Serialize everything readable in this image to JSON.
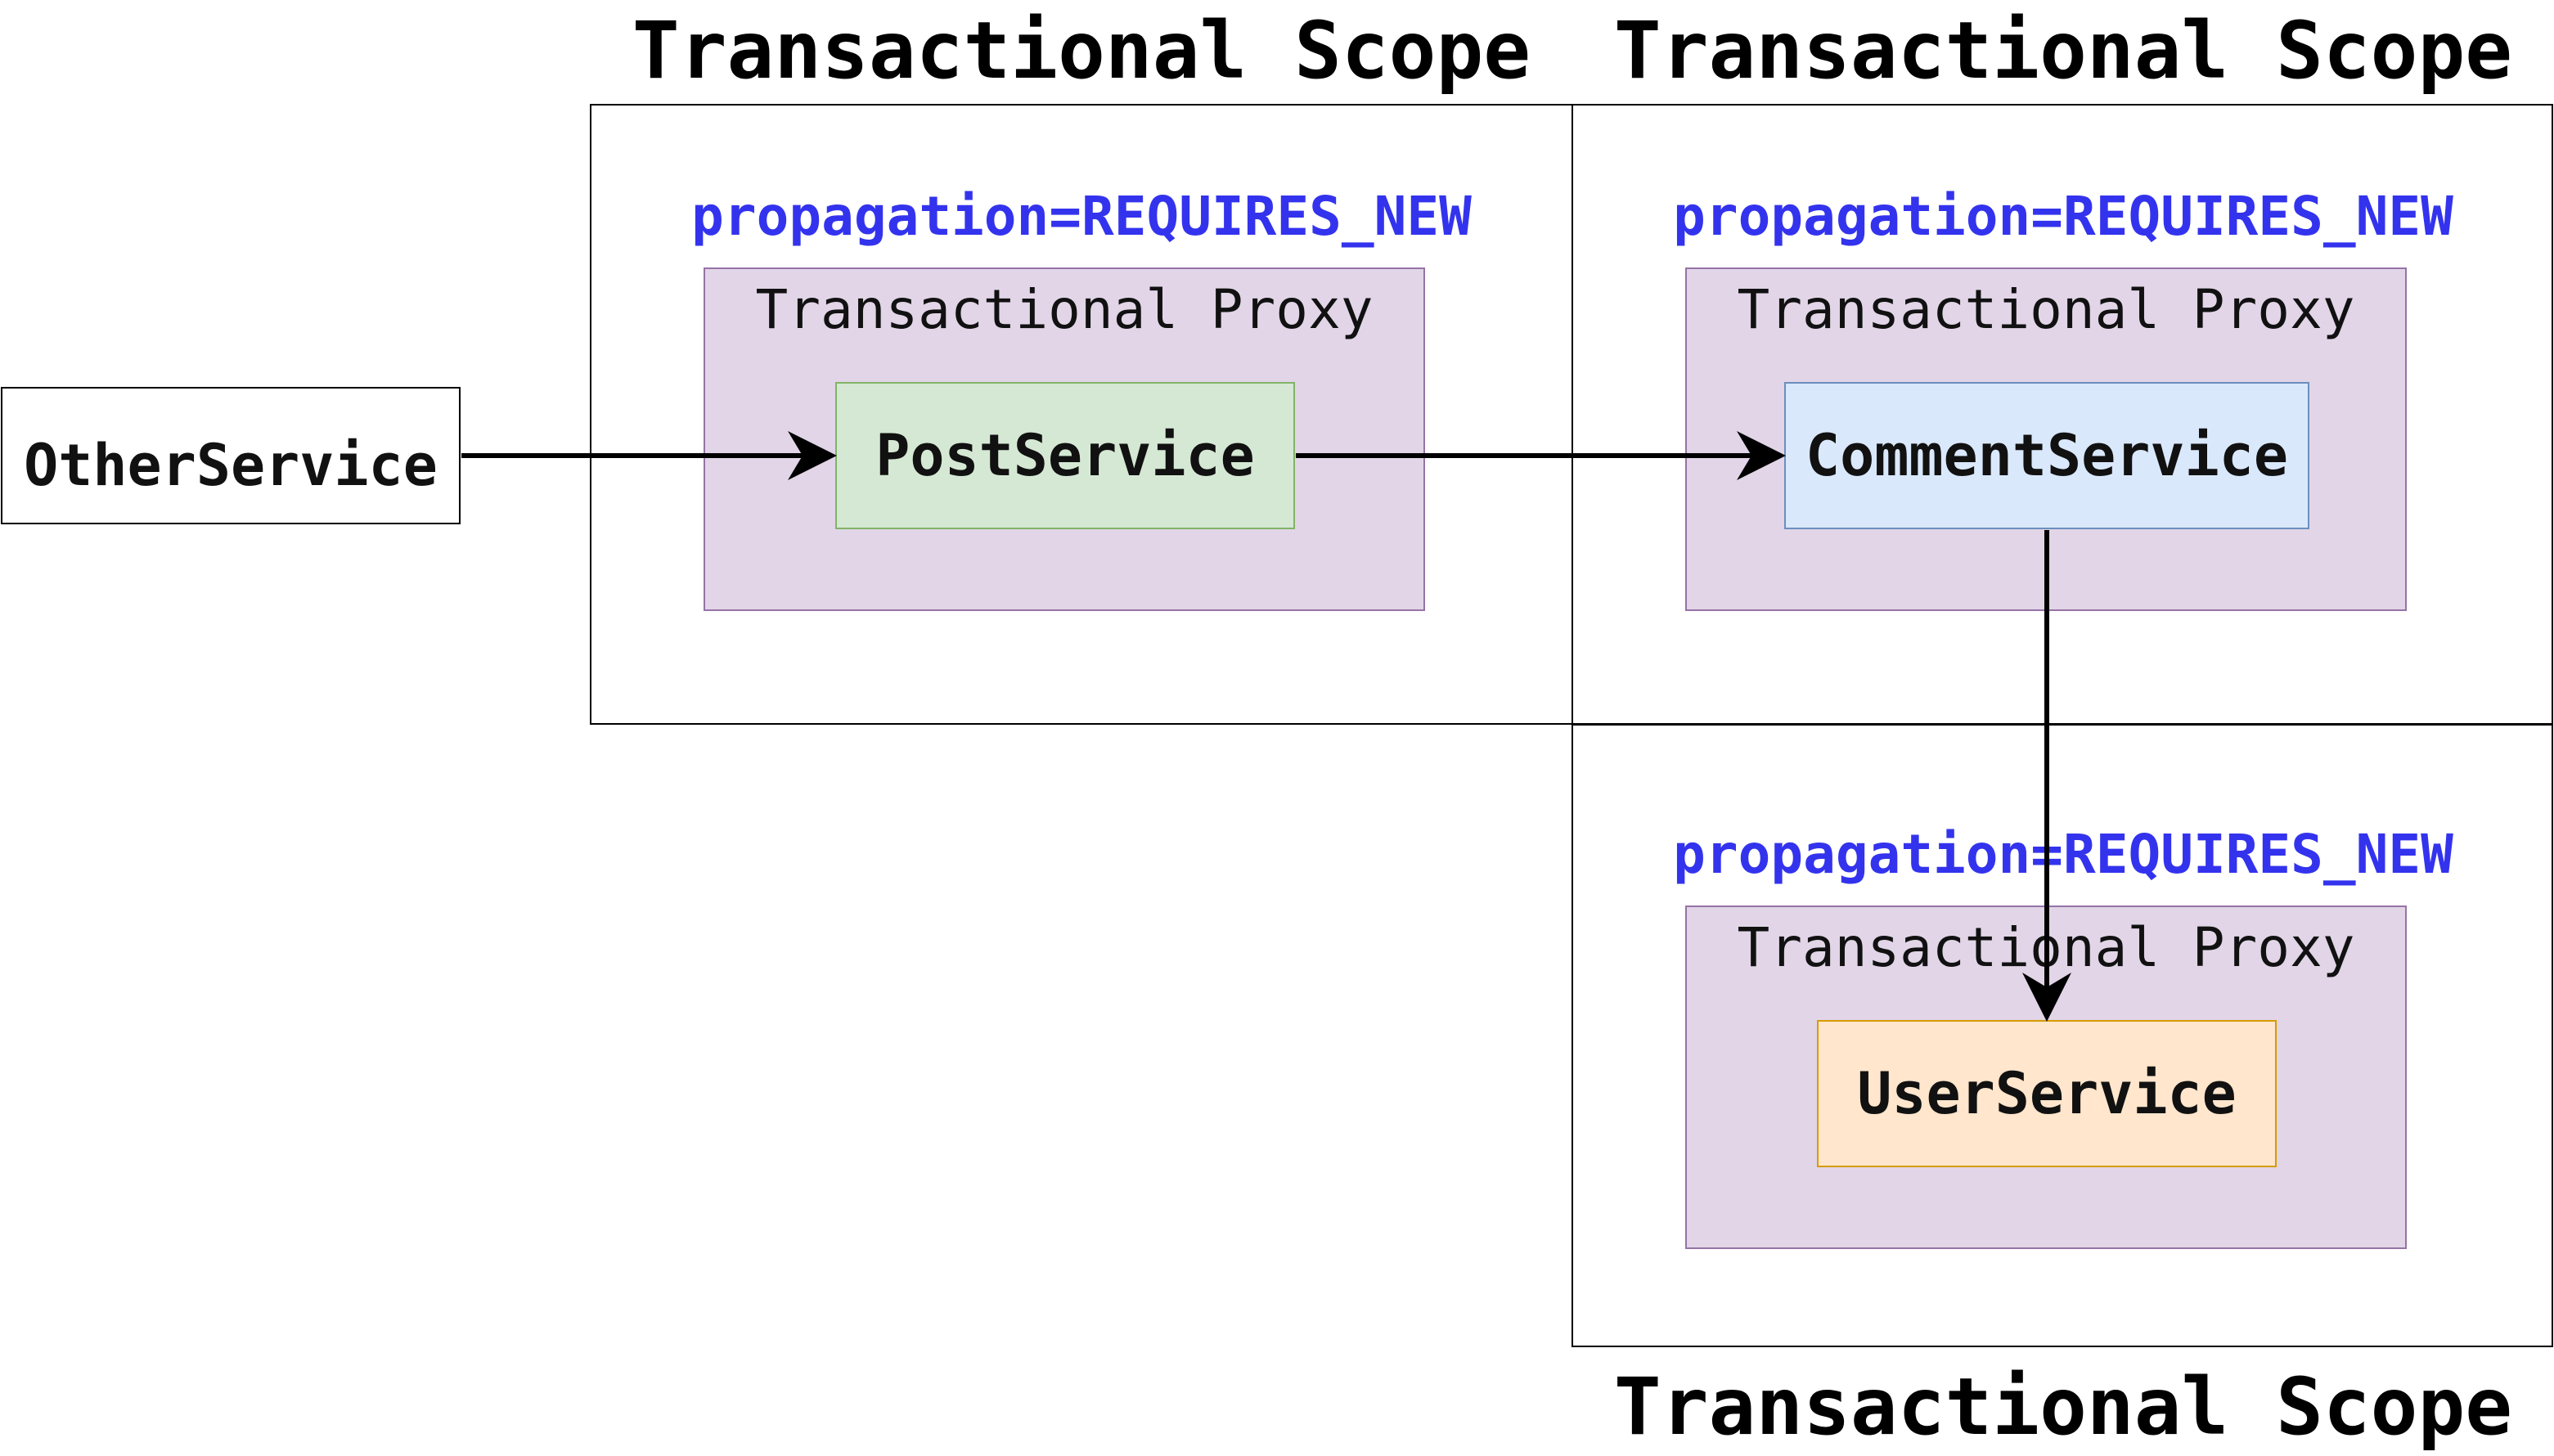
{
  "scopes": [
    {
      "title": "Transactional Scope",
      "propagation": "propagation=REQUIRES_NEW",
      "proxy_label": "Transactional Proxy"
    },
    {
      "title": "Transactional Scope",
      "propagation": "propagation=REQUIRES_NEW",
      "proxy_label": "Transactional Proxy"
    },
    {
      "title": "Transactional Scope",
      "propagation": "propagation=REQUIRES_NEW",
      "proxy_label": "Transactional Proxy"
    }
  ],
  "services": {
    "other": "OtherService",
    "post": "PostService",
    "comment": "CommentService",
    "user": "UserService"
  },
  "colors": {
    "propagation_text": "#3333ee",
    "proxy_fill": "#e1d5e7",
    "proxy_border": "#9673a6",
    "post_fill": "#d5e8d4",
    "post_border": "#82b366",
    "comment_fill": "#dae8fc",
    "comment_border": "#6c8ebf",
    "user_fill": "#ffe6cc",
    "user_border": "#d79b00",
    "other_fill": "#ffffff",
    "other_border": "#000000"
  }
}
